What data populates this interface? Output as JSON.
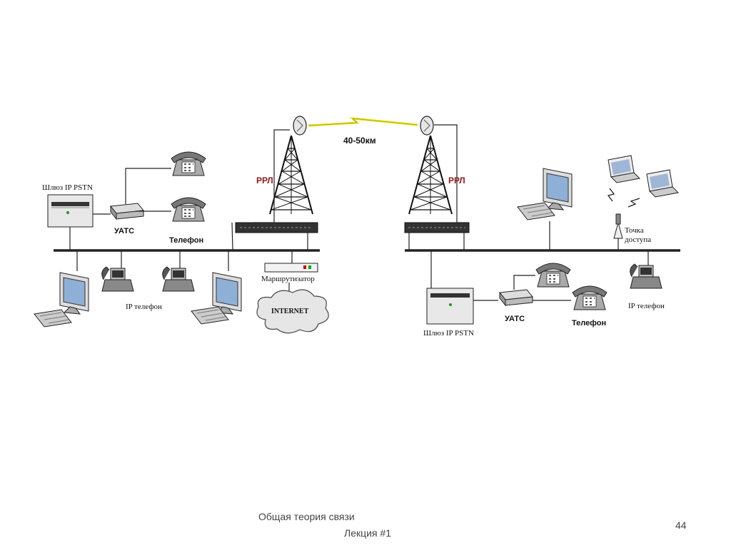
{
  "diagram": {
    "distance_label": "40-50км",
    "rrl_left": "РРЛ",
    "rrl_right": "РРЛ",
    "left": {
      "gateway_label": "Шлюз IP PSTN",
      "pbx_label": "УАТС",
      "phone_label": "Телефон",
      "ip_phone_label": "IP телефон",
      "router_label": "Маршрутизатор",
      "internet_label": "INTERNET"
    },
    "right": {
      "gateway_label": "Шлюз IP PSTN",
      "pbx_label": "УАТС",
      "phone_label": "Телефон",
      "ip_phone_label": "IP телефон",
      "access_point_label_line1": "Точка",
      "access_point_label_line2": "доступа"
    }
  },
  "footer": {
    "title": "Общая теория связи",
    "subtitle": "Лекция #1",
    "page_number": "44"
  },
  "colors": {
    "rrl_text": "#8b1a1a",
    "link_zigzag": "#e8e000",
    "line": "#222222"
  }
}
